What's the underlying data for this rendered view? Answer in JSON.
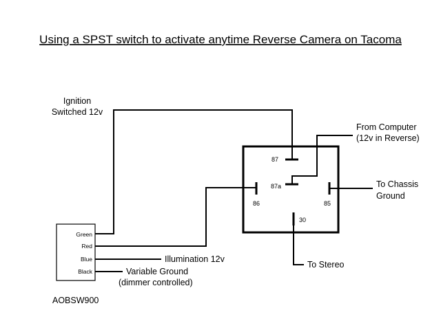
{
  "title": "Using a SPST switch to activate anytime Reverse Camera on Tacoma",
  "labels": {
    "ignition_line1": "Ignition",
    "ignition_line2": "Switched 12v",
    "from_computer_line1": "From Computer",
    "from_computer_line2": "(12v in Reverse)",
    "chassis_line1": "To Chassis",
    "chassis_line2": "Ground",
    "illumination": "Illumination 12v",
    "variable_ground_line1": "Variable Ground",
    "variable_ground_line2": "(dimmer controlled)",
    "to_stereo": "To Stereo",
    "switch_model": "AOBSW900"
  },
  "relay": {
    "pins": {
      "p87": "87",
      "p87a": "87a",
      "p86": "86",
      "p85": "85",
      "p30": "30"
    }
  },
  "switch": {
    "terminals": {
      "green": "Green",
      "red": "Red",
      "blue": "Blue",
      "black": "Black"
    }
  }
}
